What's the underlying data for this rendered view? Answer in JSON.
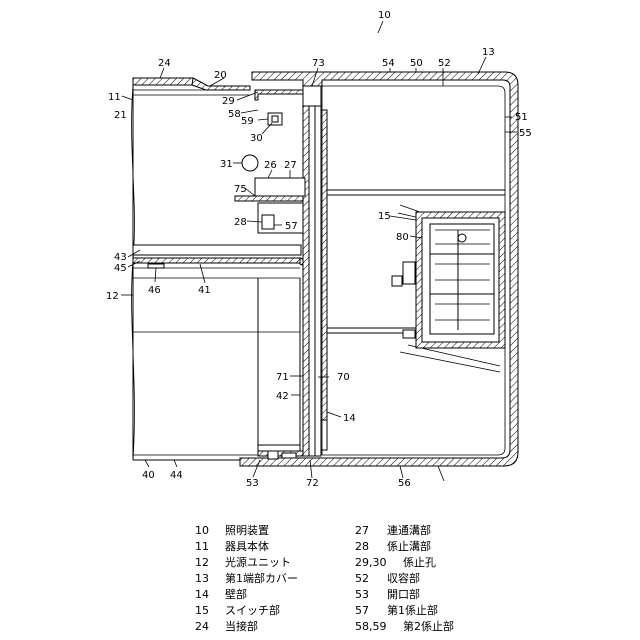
{
  "figure": {
    "callouts": {
      "c10": "10",
      "c11": "11",
      "c12": "12",
      "c13": "13",
      "c14": "14",
      "c15": "15",
      "c20": "20",
      "c21": "21",
      "c24": "24",
      "c26": "26",
      "c27": "27",
      "c28": "28",
      "c29": "29",
      "c30": "30",
      "c31": "31",
      "c40": "40",
      "c41": "41",
      "c42": "42",
      "c43": "43",
      "c44": "44",
      "c45": "45",
      "c46": "46",
      "c50": "50",
      "c51": "51",
      "c52": "52",
      "c53": "53",
      "c54": "54",
      "c55": "55",
      "c56": "56",
      "c57": "57",
      "c58": "58",
      "c59": "59",
      "c70": "70",
      "c71": "71",
      "c72": "72",
      "c73": "73",
      "c75": "75",
      "c80": "80"
    }
  },
  "legend": {
    "left": [
      {
        "num": "10",
        "name": "照明装置"
      },
      {
        "num": "11",
        "name": "器具本体"
      },
      {
        "num": "12",
        "name": "光源ユニット"
      },
      {
        "num": "13",
        "name": "第1端部カバー"
      },
      {
        "num": "14",
        "name": "壁部"
      },
      {
        "num": "15",
        "name": "スイッチ部"
      },
      {
        "num": "24",
        "name": "当接部"
      }
    ],
    "right": [
      {
        "num": "27",
        "name": "連通溝部"
      },
      {
        "num": "28",
        "name": "係止溝部"
      },
      {
        "num": "29,30",
        "name": "係止孔"
      },
      {
        "num": "52",
        "name": "収容部"
      },
      {
        "num": "53",
        "name": "開口部"
      },
      {
        "num": "57",
        "name": "第1係止部"
      },
      {
        "num": "58,59",
        "name": "第2係止部"
      }
    ]
  }
}
